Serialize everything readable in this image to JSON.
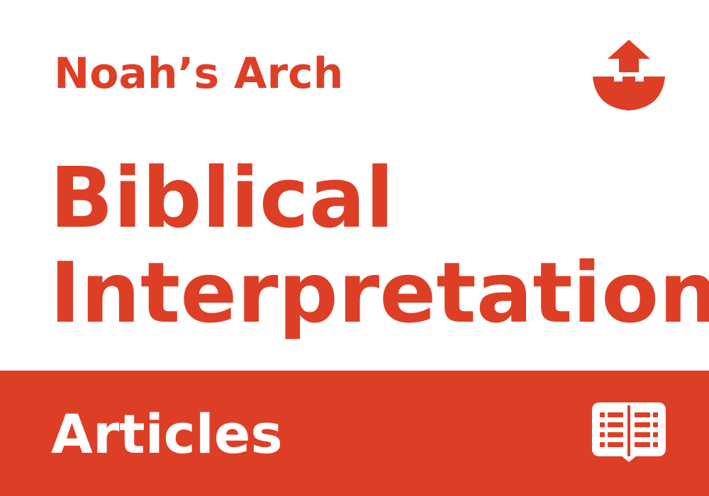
{
  "brand": {
    "name": "Noah’s Arch",
    "logo_icon": "ark-icon",
    "accent_color": "#dd3f26"
  },
  "title": {
    "line1": "Biblical",
    "line2": "Interpretation"
  },
  "band": {
    "label": "Articles",
    "icon": "open-book-icon",
    "background_color": "#dd3f26",
    "text_color": "#ffffff"
  }
}
